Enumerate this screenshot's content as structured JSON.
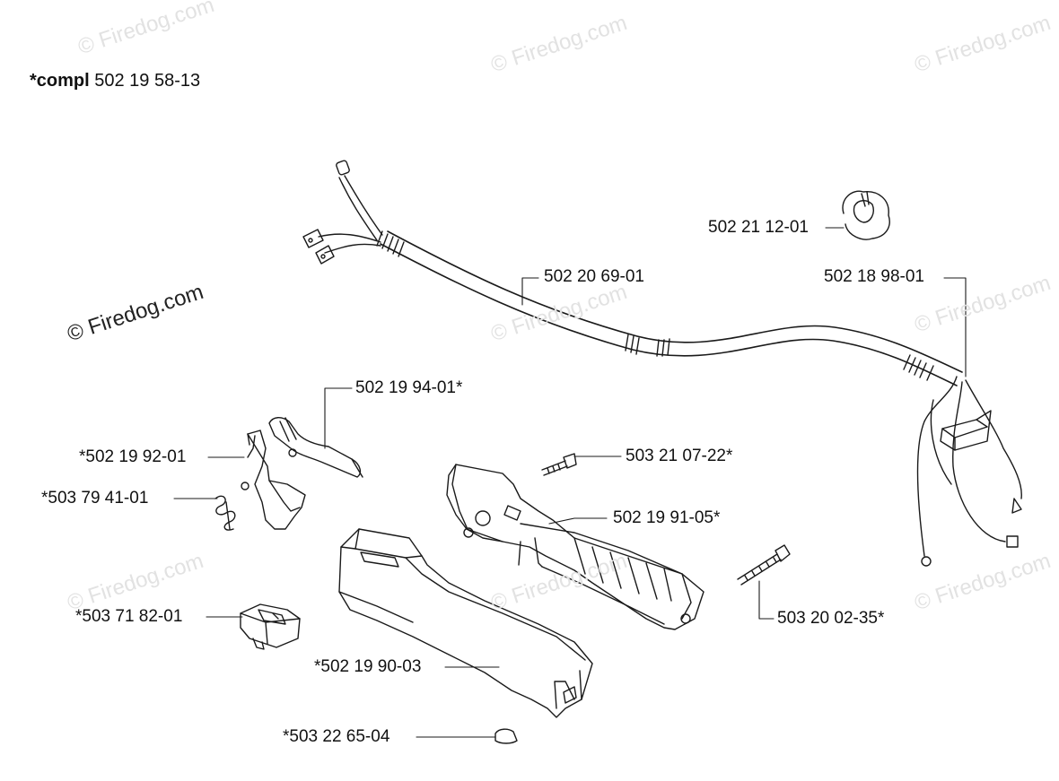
{
  "header": {
    "prefix": "*compl",
    "part_number": "502 19 58-13"
  },
  "parts": [
    {
      "id": "clamp",
      "label": "502 21 12-01"
    },
    {
      "id": "cable",
      "label": "502 20 69-01"
    },
    {
      "id": "wire-harness",
      "label": "502 18 98-01"
    },
    {
      "id": "throttle-lever",
      "label": "502 19 94-01*"
    },
    {
      "id": "lockout",
      "label": "*502 19 92-01"
    },
    {
      "id": "spring",
      "label": "*503 79 41-01"
    },
    {
      "id": "screw-top",
      "label": "503 21 07-22*"
    },
    {
      "id": "handle-half",
      "label": "502 19 91-05*"
    },
    {
      "id": "screw-long",
      "label": "503 20 02-35*"
    },
    {
      "id": "switch",
      "label": "*503 71 82-01"
    },
    {
      "id": "handle-cover",
      "label": "*502 19 90-03"
    },
    {
      "id": "plug",
      "label": "*503 22 65-04"
    }
  ],
  "watermark": {
    "text": "© Firedog.com",
    "faint_color": "#e2e2e2",
    "dark_color": "#222222"
  }
}
